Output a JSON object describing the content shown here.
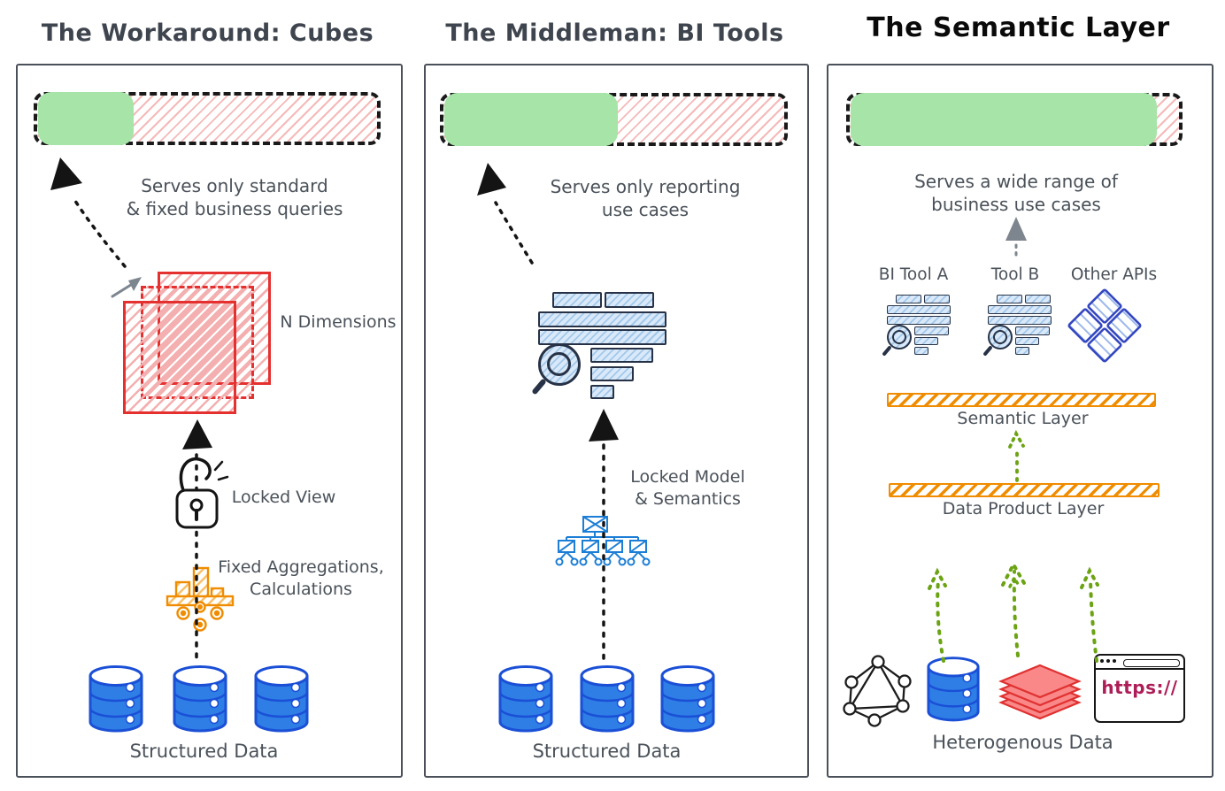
{
  "panels": [
    {
      "title": "The Workaround: Cubes",
      "note": [
        "Serves only standard",
        "& fixed business queries"
      ],
      "bar": {
        "covered_pct": 28
      },
      "labels": {
        "dimensions": "N Dimensions",
        "lock": "Locked View",
        "aggregation": [
          "Fixed Aggregations,",
          "Calculations"
        ],
        "source": "Structured Data"
      }
    },
    {
      "title": "The Middleman: BI Tools",
      "note": [
        "Serves only reporting",
        "use cases"
      ],
      "bar": {
        "covered_pct": 51
      },
      "labels": {
        "lock": [
          "Locked Model",
          "& Semantics"
        ],
        "source": "Structured Data"
      }
    },
    {
      "title": "The Semantic Layer",
      "note": [
        "Serves a wide range of",
        "business use cases"
      ],
      "bar": {
        "covered_pct": 93
      },
      "labels": {
        "tool_a": "BI Tool A",
        "tool_b": "Tool B",
        "other_apis": "Other APIs",
        "semantic": "Semantic Layer",
        "product": "Data Product Layer",
        "url": "https://",
        "source": "Heterogenous Data"
      }
    }
  ],
  "colors": {
    "covered_green": "#a6e4a8",
    "uncovered_red_hatch": "#f6b9b9",
    "cube_red": "#e53030",
    "database_fill": "#2e7ee6",
    "database_stroke": "#1a4fd6",
    "report_stroke": "#273246",
    "report_fill": "#a3c8ea",
    "tree_blue": "#1c7ed6",
    "diamond_blue": "#3447c0",
    "orange": "#f08c00",
    "olive_green_arrow": "#6ba313",
    "url_crimson": "#ad1d57",
    "text_gray": "#4a5159",
    "arrow_black": "#141414",
    "pointer_gray": "#7d858e"
  },
  "icons": {
    "cube-stack-icon": "three overlapping hatched squares",
    "lock-icon": "open padlock",
    "aggregation-icon": "machine with bars and wheels",
    "database-icon": "cylinder stack",
    "report-icon": "bar report with magnifier",
    "tree-icon": "hierarchy org-chart",
    "api-diamond-icon": "four rotated squares",
    "graph-icon": "network nodes",
    "layers-icon": "stacked red sheets",
    "browser-icon": "browser window"
  }
}
